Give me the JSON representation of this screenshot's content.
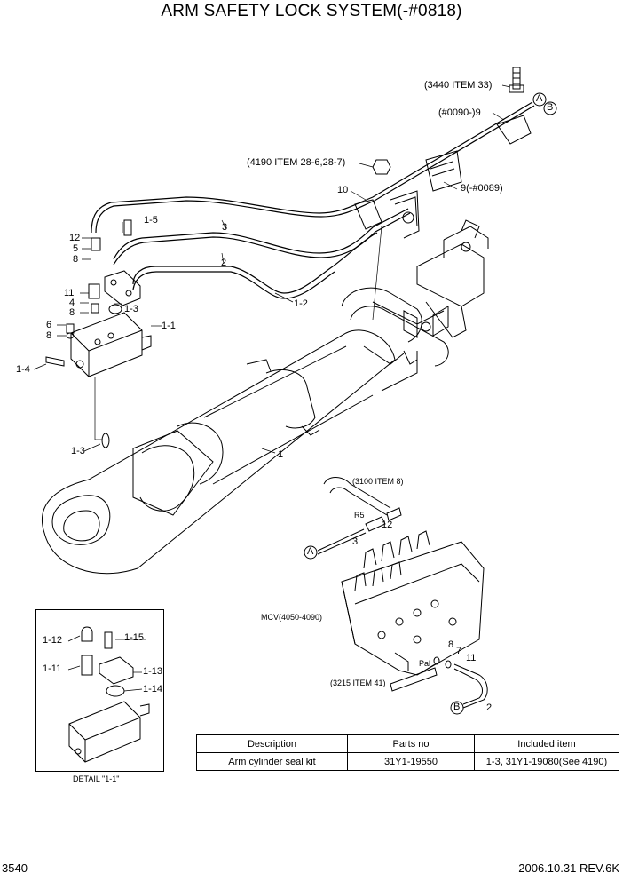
{
  "title": "ARM SAFETY LOCK SYSTEM(-#0818)",
  "callouts": {
    "ref_3440": "(3440 ITEM 33)",
    "ref_0090": "(#0090-)9",
    "ref_4190": "(4190 ITEM 28-6,28-7)",
    "ref_0089": "9(-#0089)",
    "ref_3100": "(3100 ITEM 8)",
    "ref_3215": "(3215 ITEM 41)",
    "mcv": "MCV(4050-4090)",
    "conn_a": "A",
    "conn_b": "B",
    "n10": "10",
    "n3_top": "3",
    "n2_top": "2",
    "n1_2": "1-2",
    "n1_5": "1-5",
    "n12": "12",
    "n5": "5",
    "n8a": "8",
    "n11": "11",
    "n4": "4",
    "n8b": "8",
    "n1_3a": "1-3",
    "n1_1": "1-1",
    "n6": "6",
    "n8c": "8",
    "n1_4": "1-4",
    "n1_3b": "1-3",
    "n1": "1",
    "n12b": "12",
    "n3b": "3",
    "n8d": "8",
    "n7": "7",
    "n11b": "11",
    "n2b": "2",
    "valve_ports": "R5",
    "valve_pai": "Pal"
  },
  "detail": {
    "caption": "DETAIL \"1-1\"",
    "labels": [
      "1-12",
      "1-15",
      "1-11",
      "1-13",
      "1-14"
    ]
  },
  "parts_table": {
    "headers": [
      "Description",
      "Parts no",
      "Included item"
    ],
    "rows": [
      [
        "Arm cylinder seal kit",
        "31Y1-19550",
        "1-3, 31Y1-19080(See 4190)"
      ]
    ]
  },
  "footer": {
    "page": "3540",
    "revision": "2006.10.31 REV.6K"
  }
}
